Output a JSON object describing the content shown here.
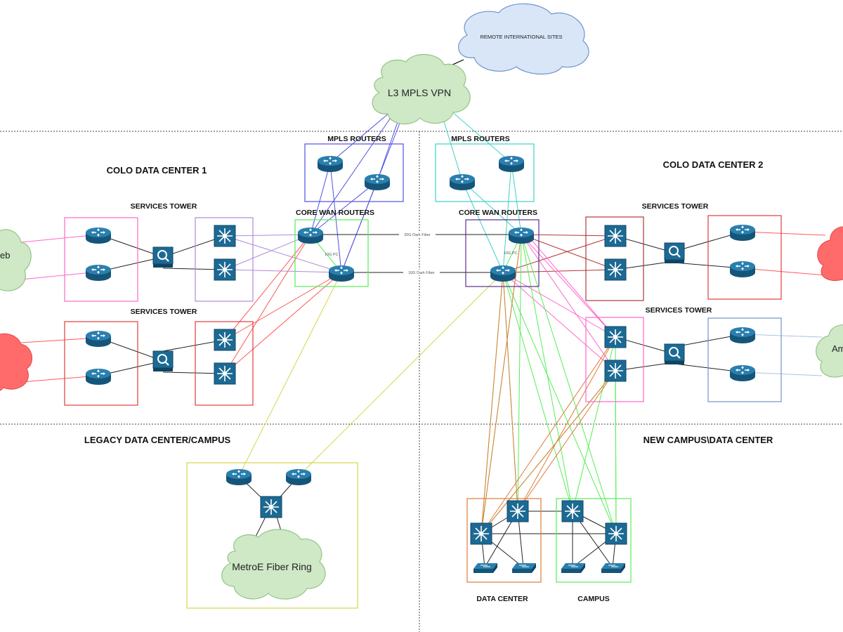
{
  "clouds": {
    "remote_international_sites": "REMOTE INTERNATIONAL SITES",
    "l3_mpls_vpn": "L3 MPLS VPN",
    "metroe_fiber_ring": "MetroE Fiber Ring",
    "left_top_partial": "eb",
    "right_bottom_partial": "Am"
  },
  "regions": {
    "colo_dc1": "COLO DATA CENTER 1",
    "colo_dc2": "COLO DATA CENTER 2",
    "legacy_dc": "LEGACY DATA CENTER/CAMPUS",
    "new_campus": "NEW CAMPUS\\DATA CENTER"
  },
  "groups": {
    "mpls_routers_left": "MPLS ROUTERS",
    "mpls_routers_right": "MPLS ROUTERS",
    "core_wan_left": "CORE WAN ROUTERS",
    "core_wan_right": "CORE WAN ROUTERS",
    "services_tower_1": "SERVICES TOWER",
    "services_tower_2": "SERVICES TOWER",
    "services_tower_3": "SERVICES TOWER",
    "services_tower_4": "SERVICES TOWER",
    "data_center": "DATA CENTER",
    "campus": "CAMPUS"
  },
  "link_labels": {
    "dark_fiber_20g": "20G Dark Fiber",
    "dark_fiber_10g": "10G Dark Fiber",
    "pc_left": "10G PC",
    "pc_right": "10G PC"
  },
  "colors": {
    "router_fill": "#1c6a94",
    "cloud_green": "#cfe8c6",
    "cloud_blue": "#d8e6f8",
    "cloud_red": "#ff6b6b",
    "link_blue": "#5151e6",
    "link_cyan": "#3cd2c8",
    "link_red": "#ff5a5a",
    "link_pink": "#ff66cc",
    "link_purple": "#b08ad6",
    "link_green": "#55ee55",
    "link_orange": "#e07b39",
    "link_yellow": "#d6d64a",
    "link_darkred": "#b33636"
  },
  "icons": {
    "router": "router-icon",
    "l3_switch": "l3-switch-icon",
    "firewall": "firewall-icon",
    "access_switch": "access-switch-icon"
  }
}
